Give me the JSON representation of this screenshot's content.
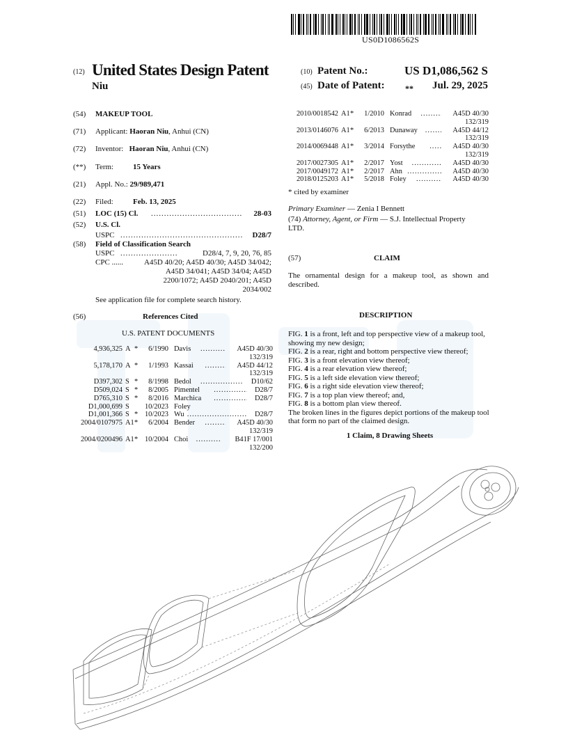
{
  "barcode_text": "US0D1086562S",
  "header": {
    "kind_code": "(12)",
    "title": "United States Design Patent",
    "inventor_surname": "Niu",
    "patent_no_code": "(10)",
    "patent_no_label": "Patent No.:",
    "patent_no": "US D1,086,562 S",
    "date_code": "(45)",
    "date_label": "Date of Patent:",
    "date_marker": "**",
    "date": "Jul. 29, 2025"
  },
  "biblio": {
    "title_code": "(54)",
    "title": "MAKEUP TOOL",
    "applicant_code": "(71)",
    "applicant_label": "Applicant:",
    "applicant_name": "Haoran Niu",
    "applicant_loc": ", Anhui (CN)",
    "inventor_code": "(72)",
    "inventor_label": "Inventor:",
    "inventor_name": "Haoran Niu",
    "inventor_loc": ", Anhui (CN)",
    "term_code": "(**)",
    "term_label": "Term:",
    "term": "15 Years",
    "appl_code": "(21)",
    "appl_label": "Appl. No.:",
    "appl_no": "29/989,471",
    "filed_code": "(22)",
    "filed_label": "Filed:",
    "filed": "Feb. 13, 2025",
    "loc_code": "(51)",
    "loc_label": "LOC (15) Cl.",
    "loc_value": "28-03",
    "uscl_code": "(52)",
    "uscl_label": "U.S. Cl.",
    "uspc_label": "USPC",
    "uspc_value": "D28/7",
    "field_code": "(58)",
    "field_label": "Field of Classification Search",
    "field_uspc_label": "USPC",
    "field_uspc_value": "D28/4, 7, 9, 20, 76, 85",
    "cpc_label": "CPC ......",
    "cpc_lines": [
      "A45D 40/20; A45D 40/30; A45D 34/042;",
      "A45D 34/041; A45D 34/04; A45D",
      "2200/1072; A45D 2040/201; A45D",
      "2034/002"
    ],
    "search_note": "See application file for complete search history."
  },
  "references": {
    "code": "(56)",
    "heading": "References Cited",
    "subheading": "U.S. PATENT DOCUMENTS",
    "left_rows": [
      {
        "number": "4,936,325",
        "kind": "A",
        "star": "*",
        "date": "6/1990",
        "name": "Davis",
        "cls": "A45D 40/30",
        "cont": "132/319"
      },
      {
        "number": "5,178,170",
        "kind": "A",
        "star": "*",
        "date": "1/1993",
        "name": "Kassai",
        "cls": "A45D 44/12",
        "cont": "132/319"
      },
      {
        "number": "D397,302",
        "kind": "S",
        "star": "*",
        "date": "8/1998",
        "name": "Bedol",
        "cls": "D10/62",
        "cont": ""
      },
      {
        "number": "D509,024",
        "kind": "S",
        "star": "*",
        "date": "8/2005",
        "name": "Pimentel",
        "cls": "D28/7",
        "cont": ""
      },
      {
        "number": "D765,310",
        "kind": "S",
        "star": "*",
        "date": "8/2016",
        "name": "Marchica",
        "cls": "D28/7",
        "cont": ""
      },
      {
        "number": "D1,000,699",
        "kind": "S",
        "star": "",
        "date": "10/2023",
        "name": "Foley",
        "cls": "",
        "cont": ""
      },
      {
        "number": "D1,001,366",
        "kind": "S",
        "star": "*",
        "date": "10/2023",
        "name": "Wu",
        "cls": "D28/7",
        "cont": ""
      },
      {
        "number": "2004/0107975",
        "kind": "A1",
        "star": "*",
        "date": "6/2004",
        "name": "Bender",
        "cls": "A45D 40/30",
        "cont": "132/319"
      },
      {
        "number": "2004/0200496",
        "kind": "A1",
        "star": "*",
        "date": "10/2004",
        "name": "Choi",
        "cls": "B41F 17/001",
        "cont": "132/200"
      }
    ],
    "right_rows": [
      {
        "number": "2010/0018542",
        "kind": "A1",
        "star": "*",
        "date": "1/2010",
        "name": "Konrad",
        "cls": "A45D 40/30",
        "cont": "132/319"
      },
      {
        "number": "2013/0146076",
        "kind": "A1",
        "star": "*",
        "date": "6/2013",
        "name": "Dunaway",
        "cls": "A45D 44/12",
        "cont": "132/319"
      },
      {
        "number": "2014/0069448",
        "kind": "A1",
        "star": "*",
        "date": "3/2014",
        "name": "Forsythe",
        "cls": "A45D 40/30",
        "cont": "132/319"
      },
      {
        "number": "2017/0027305",
        "kind": "A1",
        "star": "*",
        "date": "2/2017",
        "name": "Yost",
        "cls": "A45D 40/30",
        "cont": ""
      },
      {
        "number": "2017/0049172",
        "kind": "A1",
        "star": "*",
        "date": "2/2017",
        "name": "Ahn",
        "cls": "A45D 40/30",
        "cont": ""
      },
      {
        "number": "2018/0125203",
        "kind": "A1",
        "star": "*",
        "date": "5/2018",
        "name": "Foley",
        "cls": "A45D 40/30",
        "cont": ""
      }
    ],
    "cited_note": "* cited by examiner"
  },
  "examiner": {
    "label": "Primary Examiner",
    "name": " — Zenia I Bennett",
    "attorney_code": "(74)",
    "attorney_label": "Attorney, Agent, or Firm",
    "attorney_name": " — S.J. Intellectual Property",
    "attorney_name_cont": "LTD."
  },
  "claim": {
    "code": "(57)",
    "heading": "CLAIM",
    "text": "The ornamental design for a makeup tool, as shown and described."
  },
  "description": {
    "heading": "DESCRIPTION",
    "figures": [
      {
        "prefix": "FIG. ",
        "num": "1",
        "text": " is a front, left and top perspective view of a makeup tool, showing my new design;"
      },
      {
        "prefix": "FIG. ",
        "num": "2",
        "text": " is a rear, right and bottom perspective view thereof;"
      },
      {
        "prefix": "FIG. ",
        "num": "3",
        "text": " is a front elevation view thereof;"
      },
      {
        "prefix": "FIG. ",
        "num": "4",
        "text": " is a rear elevation view thereof;"
      },
      {
        "prefix": "FIG. ",
        "num": "5",
        "text": " is a left side elevation view thereof;"
      },
      {
        "prefix": "FIG. ",
        "num": "6",
        "text": " is a right side elevation view thereof;"
      },
      {
        "prefix": "FIG. ",
        "num": "7",
        "text": " is a top plan view thereof; and,"
      },
      {
        "prefix": "FIG. ",
        "num": "8",
        "text": " is a bottom plan view thereof."
      }
    ],
    "broken_lines_note": "The broken lines in the figures depict portions of the makeup tool that form no part of the claimed design.",
    "summary": "1 Claim, 8 Drawing Sheets"
  },
  "watermark_text": "MBCS"
}
